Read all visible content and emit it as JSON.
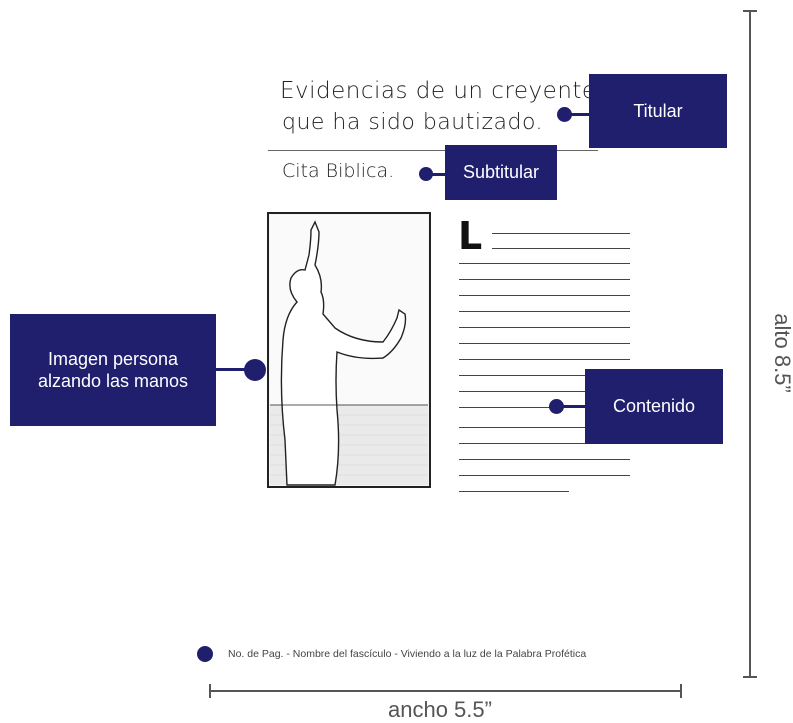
{
  "page": {
    "title_line1": "Evidencias de un creyente.",
    "title_line2": "que ha sido bautizado.",
    "subtitle": "Cita Biblica.",
    "drop_cap": "L"
  },
  "callouts": {
    "titular": "Titular",
    "subtitular": "Subtitular",
    "imagen": "Imagen persona alzando las manos",
    "contenido": "Contenido"
  },
  "footer": {
    "text": "No. de Pag. - Nombre del fascículo - Viviendo a la luz de la Palabra Profética"
  },
  "dimensions": {
    "width_label": "ancho 5.5”",
    "height_label": "alto 8.5”"
  },
  "colors": {
    "accent": "#1f1f6e"
  }
}
